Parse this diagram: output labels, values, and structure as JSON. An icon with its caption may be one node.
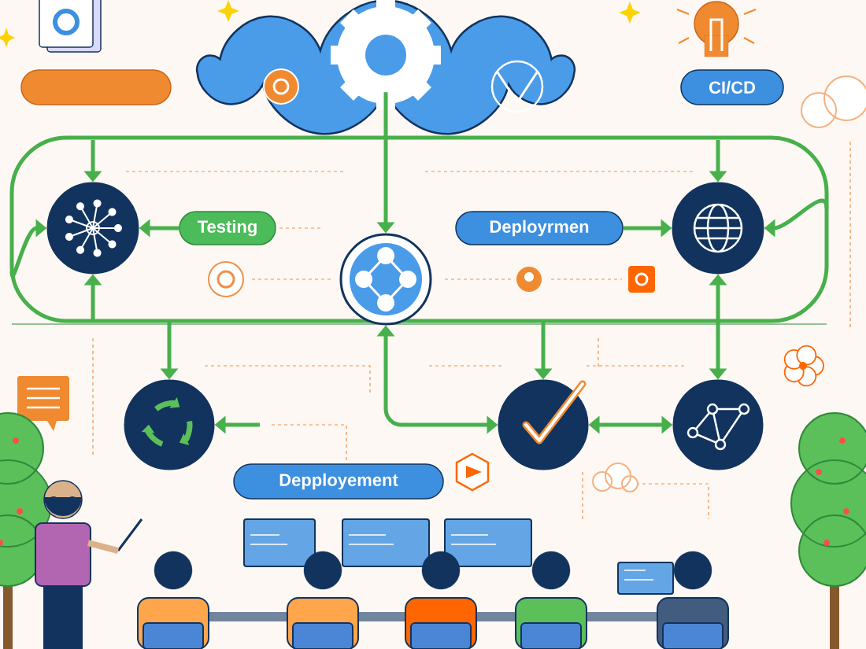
{
  "diagram": {
    "nodes": [
      {
        "text": [],
        "shape": "cloud"
      },
      {
        "text": [],
        "shape": "box"
      },
      {
        "text": [
          "CI/CD"
        ]
      },
      {
        "text": [],
        "shape": "circle"
      },
      {
        "text": [
          "Testing"
        ]
      },
      {
        "text": [
          "Deployrmen"
        ]
      },
      {
        "text": [],
        "shape": "circle"
      },
      {
        "text": [],
        "shape": "circle"
      },
      {
        "text": [],
        "shape": "circle"
      },
      {
        "text": [],
        "shape": "circle"
      },
      {
        "text": [],
        "shape": "circle"
      },
      {
        "text": [
          "Depployement"
        ]
      }
    ],
    "edges": [
      {
        "from": null,
        "to": 3,
        "arrow": "to"
      },
      {
        "from": 0,
        "to": 7,
        "arrow": "to"
      },
      {
        "from": null,
        "to": 6,
        "arrow": "to"
      },
      {
        "from": 4,
        "to": 3,
        "arrow": "to"
      },
      {
        "from": 5,
        "to": 6,
        "arrow": "to"
      },
      {
        "from": null,
        "to": 3,
        "arrow": "to"
      },
      {
        "from": null,
        "to": 3,
        "arrow": "to"
      },
      {
        "from": null,
        "to": 6,
        "arrow": "to"
      },
      {
        "from": null,
        "to": 6,
        "arrow": "to"
      },
      {
        "from": null,
        "to": 8,
        "arrow": "to"
      },
      {
        "from": null,
        "to": 9,
        "arrow": "to"
      },
      {
        "from": null,
        "to": 10,
        "arrow": "to"
      },
      {
        "from": 9,
        "to": 7,
        "arrow": "both"
      },
      {
        "from": 9,
        "to": 10,
        "arrow": "both"
      },
      {
        "from": null,
        "to": 8,
        "arrow": "to"
      }
    ]
  }
}
